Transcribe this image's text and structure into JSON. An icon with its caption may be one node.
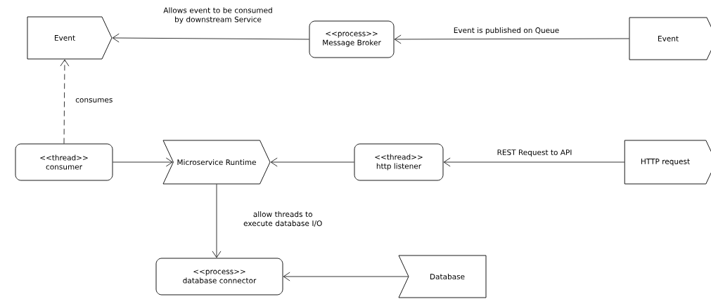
{
  "diagram": {
    "nodes": [
      {
        "text": [
          "Event"
        ]
      },
      {
        "text": [
          "<<process>>",
          "Message Broker"
        ]
      },
      {
        "text": [
          "Event"
        ]
      },
      {
        "text": [
          "<<thread>>",
          "consumer"
        ]
      },
      {
        "text": [
          "Microservice Runtime"
        ]
      },
      {
        "text": [
          "<<thread>>",
          "http listener"
        ]
      },
      {
        "text": [
          "HTTP request"
        ]
      },
      {
        "text": [
          "<<process>>",
          "database connector"
        ]
      },
      {
        "text": [
          "Database"
        ]
      }
    ],
    "edges": [
      {
        "from": 2,
        "to": 1,
        "arrow": "to",
        "label": "Event is published on Queue"
      },
      {
        "from": 1,
        "to": 0,
        "arrow": "to",
        "label": "Allows event to be consumed by downstream Service"
      },
      {
        "from": 3,
        "to": 0,
        "arrow": "to",
        "style": "dashed",
        "label": "consumes"
      },
      {
        "from": 3,
        "to": 4,
        "arrow": "to"
      },
      {
        "from": 5,
        "to": 4,
        "arrow": "to"
      },
      {
        "from": 6,
        "to": 5,
        "arrow": "to",
        "label": "REST Request to API"
      },
      {
        "from": 4,
        "to": 7,
        "arrow": "to",
        "label": "allow threads to execute database I/O"
      },
      {
        "from": 8,
        "to": 7,
        "arrow": "to"
      }
    ]
  }
}
